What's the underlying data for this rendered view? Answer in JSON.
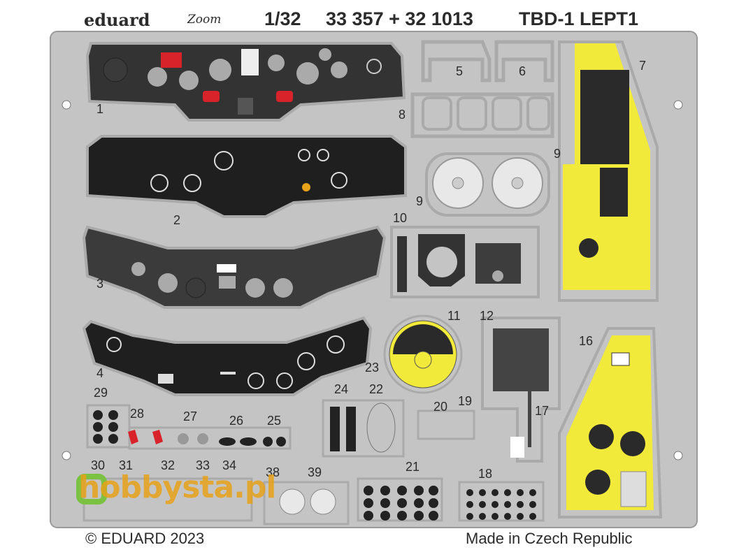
{
  "header": {
    "brand": "eduard",
    "zoom_logo": "Zoom",
    "scale": "1/32",
    "codes": "33 357 + 32 1013",
    "title": "TBD-1 LEPT1"
  },
  "part_numbers": [
    "1",
    "2",
    "3",
    "4",
    "5",
    "6",
    "7",
    "8",
    "9",
    "9",
    "10",
    "11",
    "12",
    "16",
    "17",
    "18",
    "19",
    "20",
    "21",
    "22",
    "23",
    "24",
    "25",
    "26",
    "27",
    "28",
    "29",
    "30",
    "31",
    "32",
    "33",
    "34",
    "38",
    "39"
  ],
  "watermark": "hobbysta.pl",
  "footer": {
    "copyright": "© EDUARD 2023",
    "origin": "Made in Czech Republic"
  },
  "colors": {
    "fret": "#c4c4c4",
    "panel": "#2a2a2a",
    "yellow": "#f1ea3a",
    "red": "#d8232a",
    "watermark": "#e8a21a"
  }
}
